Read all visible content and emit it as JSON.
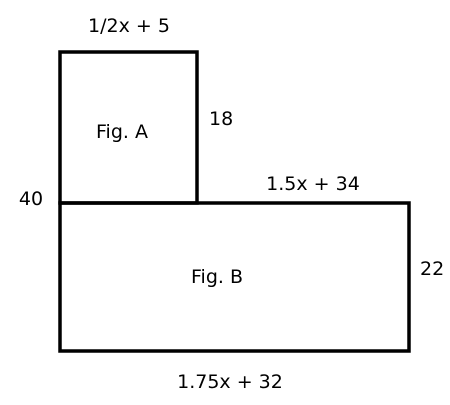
{
  "figure_a": {
    "name": "Fig. A",
    "top_label": "1/2x + 5",
    "right_label": "18"
  },
  "figure_b": {
    "name": "Fig. B",
    "top_label": "1.5x + 34",
    "right_label": "22",
    "bottom_label": "1.75x + 32"
  },
  "left_label": "40",
  "stroke_color": "#000000"
}
